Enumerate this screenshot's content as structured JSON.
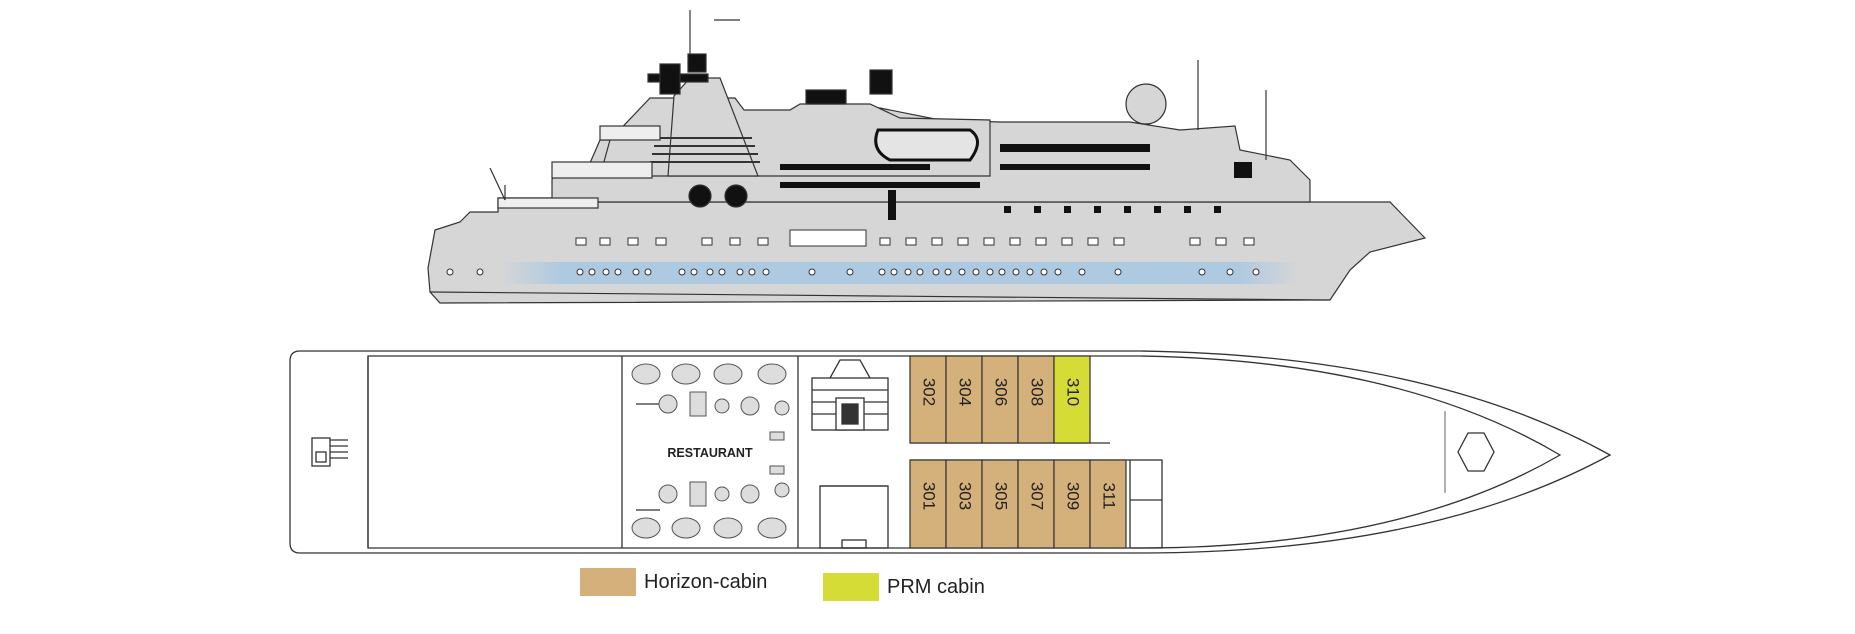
{
  "colors": {
    "horizon": "#d4b07a",
    "prm": "#d4dc35",
    "hull": "#d6d6d6",
    "line": "#333333",
    "waterline": "#a9c8e2"
  },
  "deck_plan": {
    "restaurant_label": "RESTAURANT",
    "cabins_top": [
      {
        "number": "302",
        "type": "horizon"
      },
      {
        "number": "304",
        "type": "horizon"
      },
      {
        "number": "306",
        "type": "horizon"
      },
      {
        "number": "308",
        "type": "horizon"
      },
      {
        "number": "310",
        "type": "prm"
      }
    ],
    "cabins_bottom": [
      {
        "number": "301",
        "type": "horizon"
      },
      {
        "number": "303",
        "type": "horizon"
      },
      {
        "number": "305",
        "type": "horizon"
      },
      {
        "number": "307",
        "type": "horizon"
      },
      {
        "number": "309",
        "type": "horizon"
      },
      {
        "number": "311",
        "type": "horizon"
      }
    ]
  },
  "legend": {
    "horizon_label": "Horizon-cabin",
    "prm_label": "PRM cabin"
  }
}
